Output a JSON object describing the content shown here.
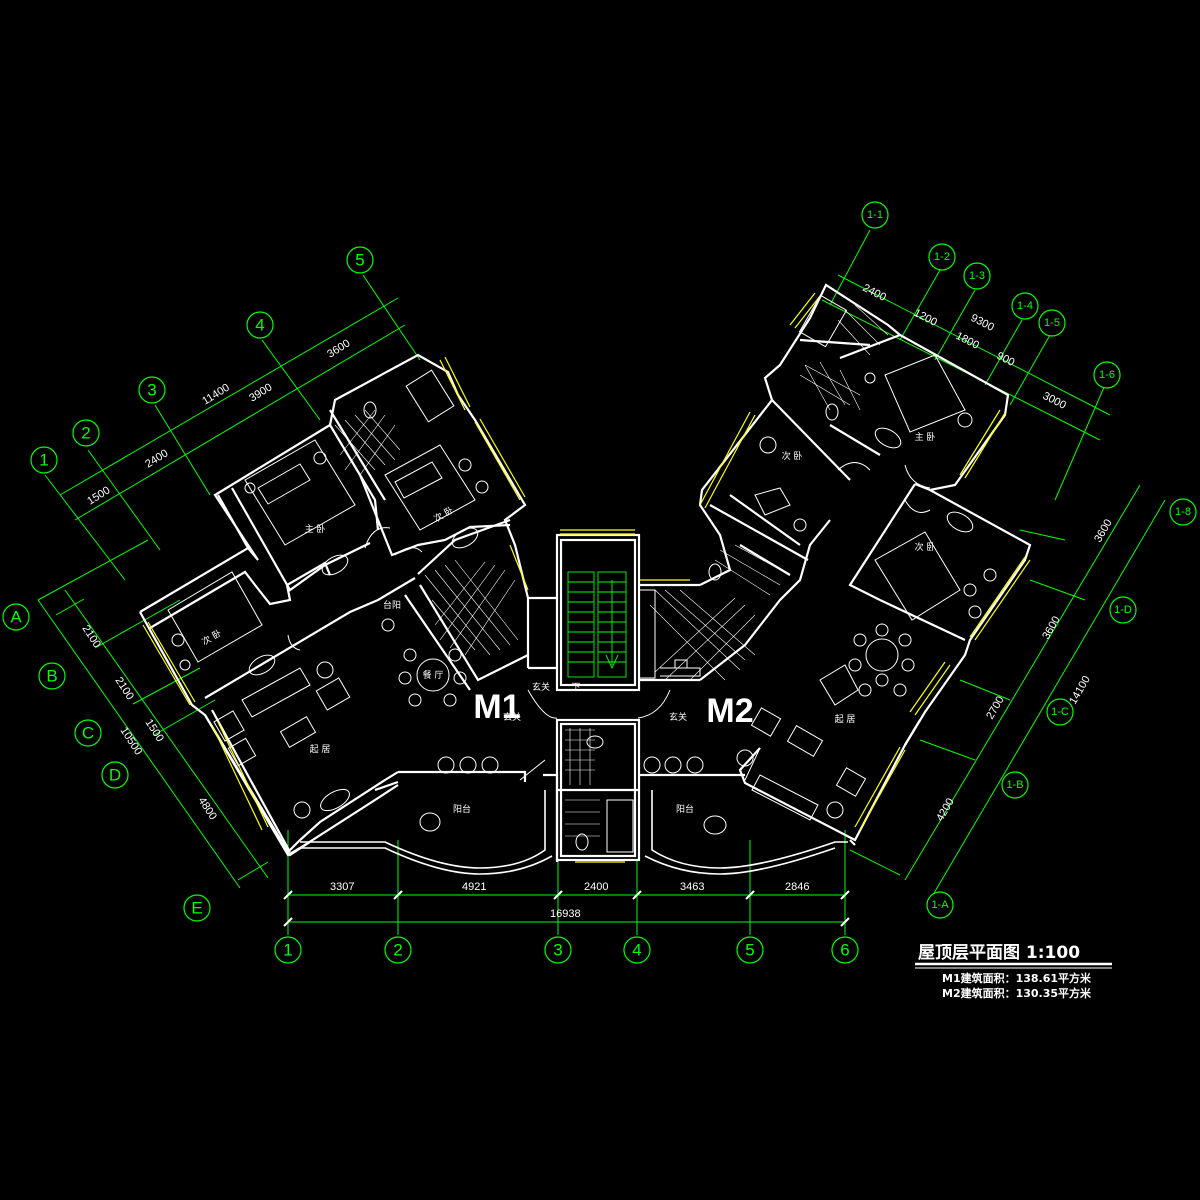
{
  "title": "屋顶层平面图  1:100",
  "areas": {
    "m1": "M1建筑面积：138.61平方米",
    "m2": "M2建筑面积：130.35平方米"
  },
  "units": {
    "m1": "M1",
    "m2": "M2"
  },
  "rooms": {
    "m1_master": "主 卧",
    "m1_second": "次 卧",
    "m1_bed3": "次 卧",
    "m1_dining": "餐 厅",
    "m1_living": "起 居",
    "m1_balcony": "阳台",
    "m1_entry": "玄关",
    "m1_balcony2": "台阳",
    "m2_master": "主 卧",
    "m2_second": "次 卧",
    "m2_bed3": "次 卧",
    "m2_living": "起 居",
    "m2_balcony": "阳台",
    "m2_entry": "玄关",
    "stair_down": "下",
    "m1_stairlabel": "玄关"
  },
  "bottom_axes": [
    "1",
    "2",
    "3",
    "4",
    "5",
    "6"
  ],
  "bottom_dims": [
    "3307",
    "4921",
    "2400",
    "3463",
    "2846"
  ],
  "bottom_total": "16938",
  "left_axes": [
    "A",
    "B",
    "C",
    "D",
    "E"
  ],
  "left_dims": [
    "2100",
    "2100",
    "1500",
    "4800"
  ],
  "left_total": "10500",
  "top_left_axes": [
    "1",
    "2",
    "3",
    "4",
    "5"
  ],
  "top_left_dims": [
    "1500",
    "2400",
    "3900",
    "3600"
  ],
  "top_left_total": "11400",
  "top_right_axes": [
    "1-1",
    "1-2",
    "1-3",
    "1-4",
    "1-5",
    "1-6"
  ],
  "top_right_dims": [
    "2400",
    "1200",
    "1800",
    "900",
    "3000"
  ],
  "top_right_total": "9300",
  "right_axes": [
    "1-8",
    "1-D",
    "1-C",
    "1-B",
    "1-A"
  ],
  "right_dims": [
    "3600",
    "3600",
    "2700",
    "4200"
  ],
  "right_total": "14100",
  "colors": {
    "wall": "#ffffff",
    "grid": "#00ff00",
    "window": "#ffff00",
    "furniture": "#ffffff",
    "background": "#000000"
  }
}
